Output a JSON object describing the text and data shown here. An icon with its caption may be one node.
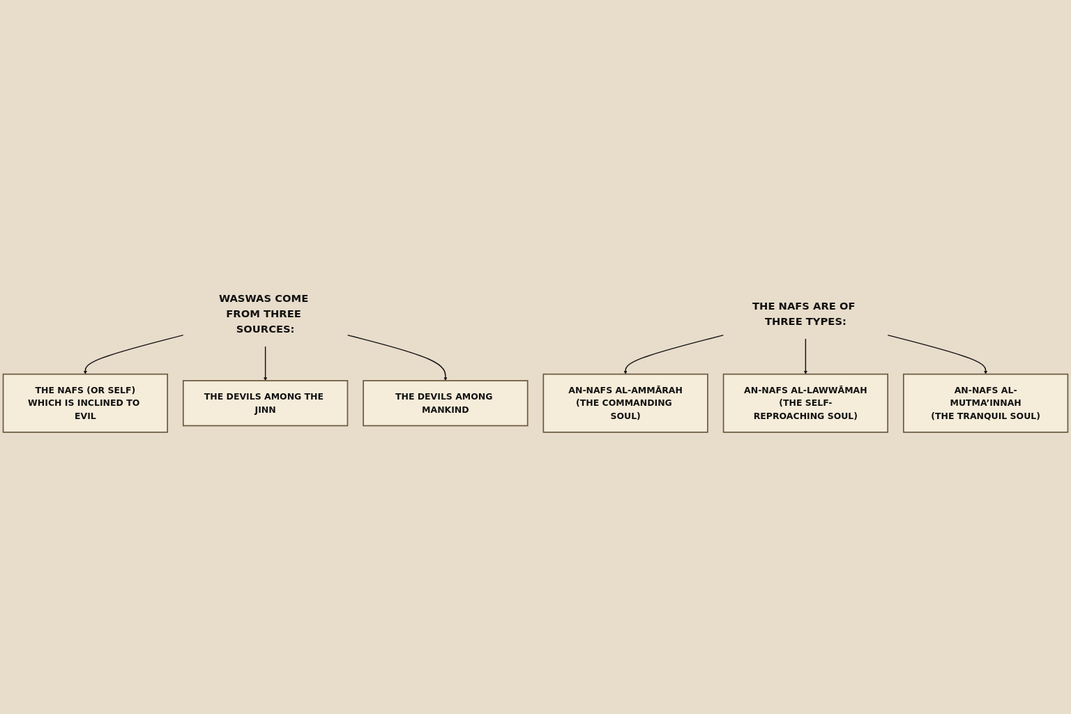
{
  "diagram": {
    "nodes": [
      {
        "text": [
          "WASWAS COME FROM THREE SOURCES:"
        ]
      },
      {
        "text": [
          "THE NAFS (OR SELF)",
          "WHICH IS INCLINED TO EVIL"
        ]
      },
      {
        "text": [
          "THE DEVILS AMONG THE JINN"
        ]
      },
      {
        "text": [
          "THE DEVILS AMONG MANKIND"
        ]
      },
      {
        "text": [
          "THE NAFS ARE OF THREE TYPES:"
        ]
      },
      {
        "text": [
          "AN-NAFS AL-AMMĀRAH",
          "(THE COMMANDING SOUL)"
        ]
      },
      {
        "text": [
          "AN-NAFS AL-LAWWĀMAH",
          "(THE SELF-REPROACHING SOUL)"
        ]
      },
      {
        "text": [
          "AN-NAFS AL-MUTMA’INNAH",
          "(THE TRANQUIL SOUL)"
        ]
      }
    ],
    "edges": [
      {
        "from": 0,
        "to": 1,
        "arrow": "to"
      },
      {
        "from": 0,
        "to": 2,
        "arrow": "to"
      },
      {
        "from": 0,
        "to": 3,
        "arrow": "to"
      },
      {
        "from": 4,
        "to": 5,
        "arrow": "to"
      },
      {
        "from": 4,
        "to": 6,
        "arrow": "to"
      },
      {
        "from": 4,
        "to": 7,
        "arrow": "to"
      }
    ]
  }
}
